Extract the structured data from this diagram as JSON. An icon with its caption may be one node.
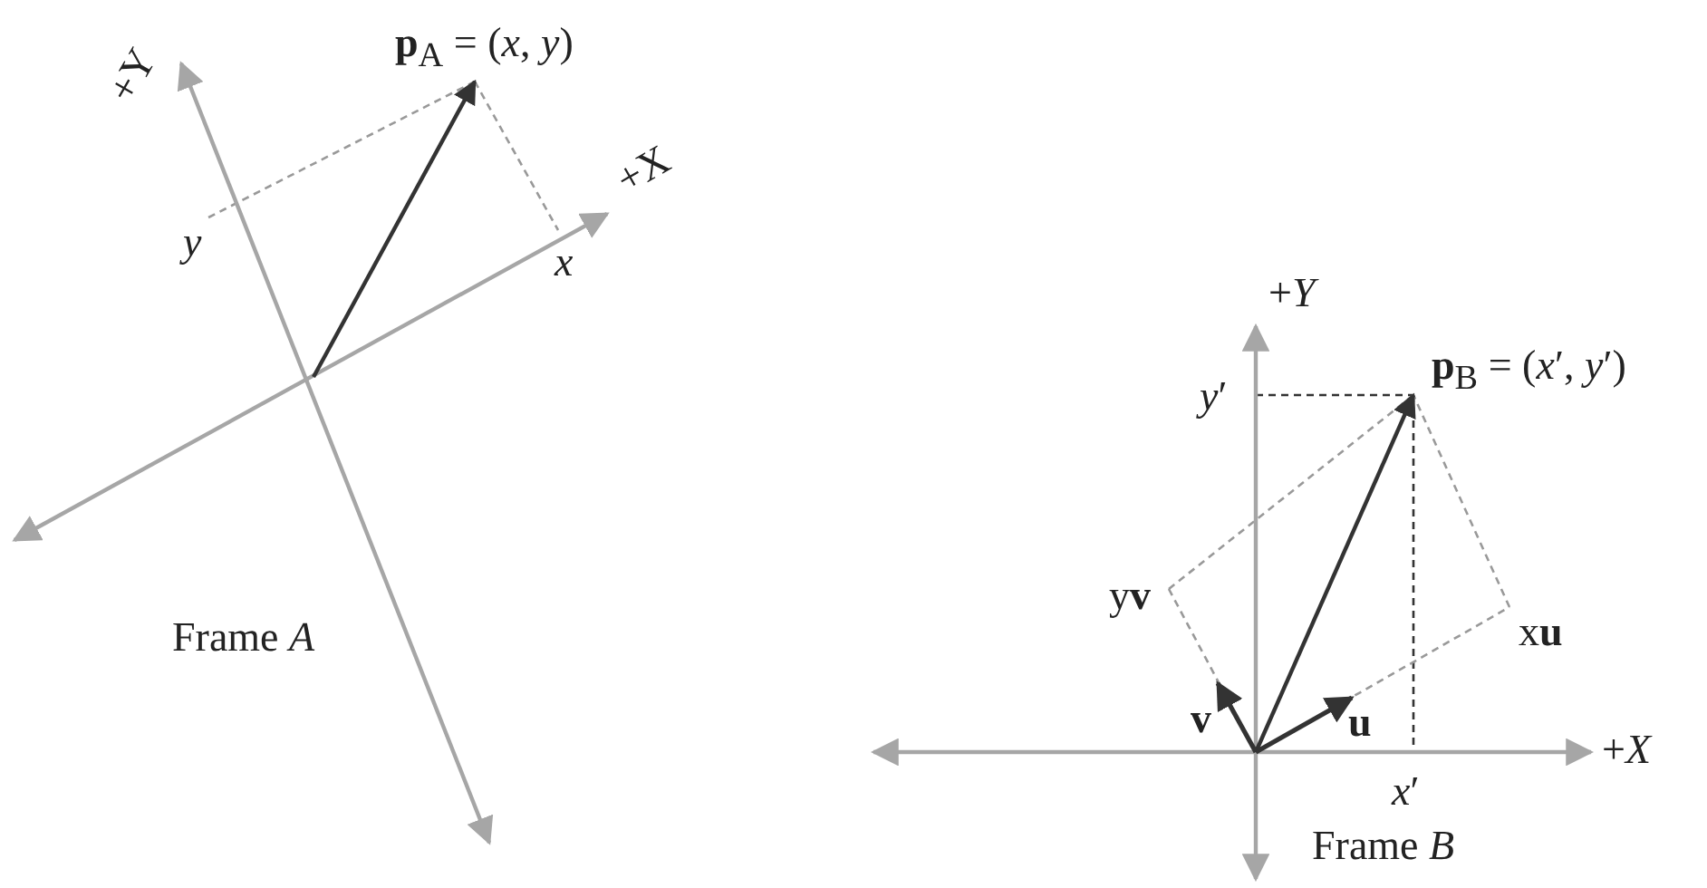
{
  "diagram": {
    "labels": [
      "+Y",
      "**p**$_{A}$ = (*x*, *y*)",
      "+X",
      "y",
      "x",
      "Frame *A*",
      "+*Y*",
      "*y*′",
      "**p**$_{B}$ = (*x*′, *y*′)",
      "y**v**",
      "x**u**",
      "v",
      "u",
      "+*X*",
      "*x*′",
      "Frame *B*"
    ]
  }
}
